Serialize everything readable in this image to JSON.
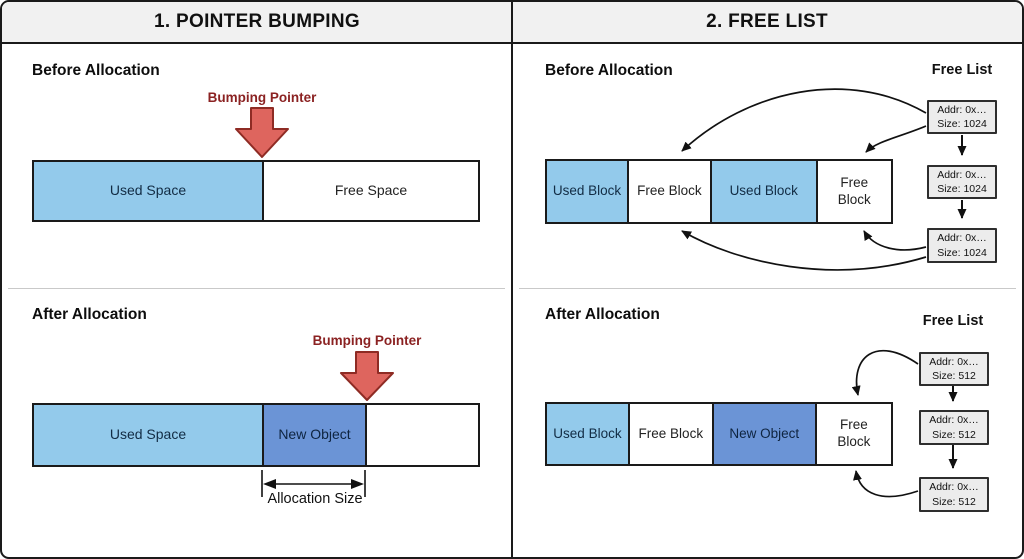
{
  "panels": [
    {
      "title": "1. POINTER BUMPING",
      "sections": [
        {
          "heading": "Before Allocation",
          "pointer_label": "Bumping Pointer",
          "bar": [
            {
              "label": "Used Space"
            },
            {
              "label": "Free Space"
            }
          ]
        },
        {
          "heading": "After Allocation",
          "pointer_label": "Bumping Pointer",
          "bar": [
            {
              "label": "Used Space"
            },
            {
              "label": "New Object"
            },
            {
              "label": ""
            }
          ],
          "measure_label": "Allocation Size"
        }
      ]
    },
    {
      "title": "2. FREE LIST",
      "sections": [
        {
          "heading": "Before Allocation",
          "list_label": "Free List",
          "bar": [
            {
              "label": "Used Block"
            },
            {
              "label": "Free Block"
            },
            {
              "label": "Used Block"
            },
            {
              "label": "Free Block"
            }
          ],
          "nodes": [
            {
              "addr": "Addr: 0x…",
              "size": "Size: 1024"
            },
            {
              "addr": "Addr: 0x…",
              "size": "Size: 1024"
            },
            {
              "addr": "Addr: 0x…",
              "size": "Size: 1024"
            }
          ]
        },
        {
          "heading": "After Allocation",
          "list_label": "Free List",
          "bar": [
            {
              "label": "Used Block"
            },
            {
              "label": "Free Block"
            },
            {
              "label": "New Object"
            },
            {
              "label": "Free Block"
            }
          ],
          "nodes": [
            {
              "addr": "Addr: 0x…",
              "size": "Size: 512"
            },
            {
              "addr": "Addr: 0x…",
              "size": "Size: 512"
            },
            {
              "addr": "Addr: 0x…",
              "size": "Size: 512"
            }
          ]
        }
      ]
    }
  ],
  "colors": {
    "used_block_blue": "#93CAEB",
    "new_object_blue": "#6B94D6",
    "pointer_arrow_red": "#DE655E",
    "pointer_arrow_border": "#8E2B24",
    "pointer_text_maroon": "#8B2222",
    "node_box_gray": "#ECECEC",
    "header_gray": "#F1F1F1",
    "border_black": "#1A1A1A"
  }
}
